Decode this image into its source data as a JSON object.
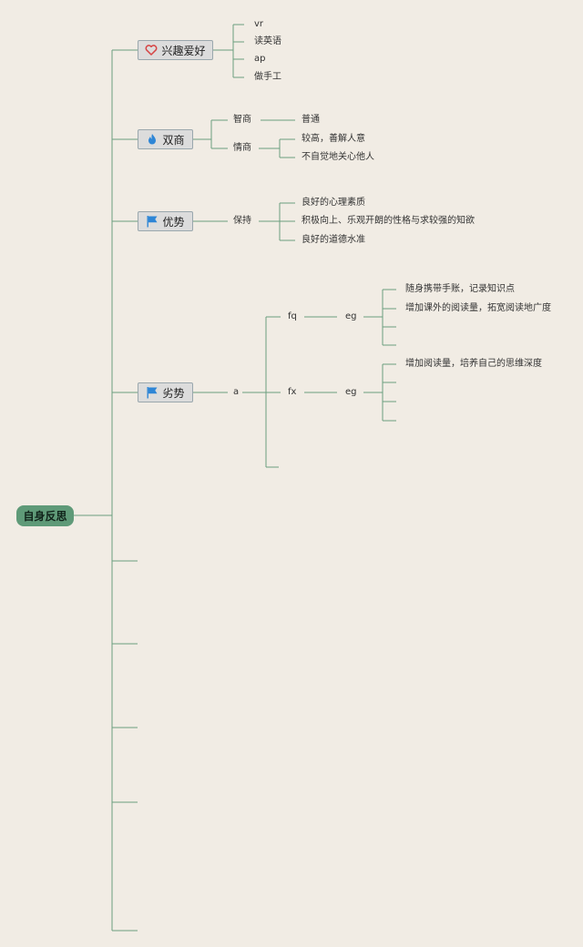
{
  "root": {
    "label": "自身反思"
  },
  "branches": {
    "hobby": {
      "label": "兴趣爱好",
      "icon": "heart-icon",
      "items": [
        "vr",
        "读英语",
        "ap",
        "做手工"
      ]
    },
    "shuangshang": {
      "label": "双商",
      "icon": "flame-icon",
      "zhishang": {
        "label": "智商",
        "value": "普通"
      },
      "qingshang": {
        "label": "情商",
        "values": [
          "较高，善解人意",
          "不自觉地关心他人"
        ]
      }
    },
    "strength": {
      "label": "优势",
      "icon": "flag-icon",
      "keep": {
        "label": "保持",
        "items": [
          "良好的心理素质",
          "积极向上、乐观开朗的性格与求较强的知欲",
          "良好的道德水准"
        ]
      }
    },
    "weakness": {
      "label": "劣势",
      "icon": "flag-icon",
      "a_label": "a",
      "fq": {
        "label": "fq",
        "eg": "eg",
        "items": [
          "随身携带手账，记录知识点",
          "增加课外的阅读量，拓宽阅读地广度"
        ]
      },
      "fx": {
        "label": "fx",
        "eg": "eg",
        "items": [
          "增加阅读量，培养自己的思维深度"
        ]
      }
    }
  },
  "colors": {
    "line": "#6b9e7e",
    "root_fill": "#5f9a78",
    "node_fill": "#dcdcdc",
    "icon_blue": "#2e86d6",
    "icon_heart": "#d64545",
    "background": "#f1ece4"
  }
}
